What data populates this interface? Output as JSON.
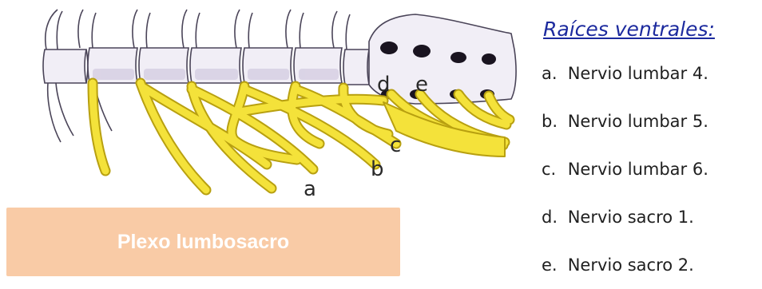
{
  "diagram": {
    "root_labels": [
      "a",
      "b",
      "c",
      "d",
      "e"
    ],
    "colors": {
      "nerve": "#f4e23a",
      "nerve_outline": "#b8a010",
      "bone": "#f1eef6",
      "bone_outline": "#4a4458",
      "vertebra_shadow": "#c9bfd9",
      "foramen": "#1a1420"
    }
  },
  "banner": {
    "text": "Plexo lumbosacro",
    "color": "#f9cba6"
  },
  "legend": {
    "title": "Raíces ventrales:",
    "title_color": "#1c2a9e",
    "items": [
      {
        "letter": "a.",
        "text": "Nervio lumbar 4."
      },
      {
        "letter": "b.",
        "text": "Nervio lumbar 5."
      },
      {
        "letter": "c.",
        "text": "Nervio lumbar 6."
      },
      {
        "letter": "d.",
        "text": "Nervio sacro 1."
      },
      {
        "letter": "e.",
        "text": "Nervio sacro 2."
      }
    ]
  }
}
